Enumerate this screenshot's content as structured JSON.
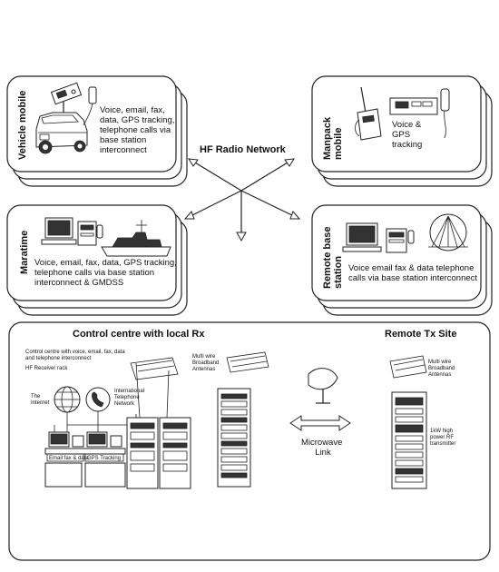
{
  "network": {
    "title": "HF Radio Network"
  },
  "vehicle": {
    "label": "Vehicle mobile",
    "desc": [
      "Voice, email, fax,",
      "data, GPS tracking,",
      "telephone calls via",
      "base station",
      "interconnect"
    ]
  },
  "manpack": {
    "label": [
      "Manpack",
      "mobile"
    ],
    "desc": [
      "Voice &",
      "GPS",
      "tracking"
    ]
  },
  "maritime": {
    "label": "Maratime",
    "desc": [
      "Voice, email, fax, data, GPS tracking,",
      "telephone calls via base station",
      "interconnect & GMDSS"
    ]
  },
  "remote_base": {
    "label": [
      "Remote base",
      "station"
    ],
    "desc": [
      "Voice email fax & data telephone",
      "calls via base station interconnect"
    ]
  },
  "control": {
    "title": "Control centre with local Rx",
    "desc": [
      "Control centre with voice, email, fax, data",
      "and telephone interconnect"
    ],
    "hf_rack": "HF Receiver rack",
    "internet": [
      "The",
      "Internet"
    ],
    "telephone": [
      "International",
      "Telephone",
      "Network"
    ],
    "antennas": [
      "Multi wire",
      "Broadband",
      "Antennas"
    ],
    "email_desk": "Email fax & data",
    "gps_desk": "GPS Tracking"
  },
  "link": {
    "label": [
      "Microwave",
      "Link"
    ]
  },
  "remote_tx": {
    "title": "Remote Tx Site",
    "antennas": [
      "Multi wire",
      "Broadband",
      "Antennas"
    ],
    "transmitter": [
      "1kW high",
      "power RF",
      "transmitter"
    ]
  }
}
